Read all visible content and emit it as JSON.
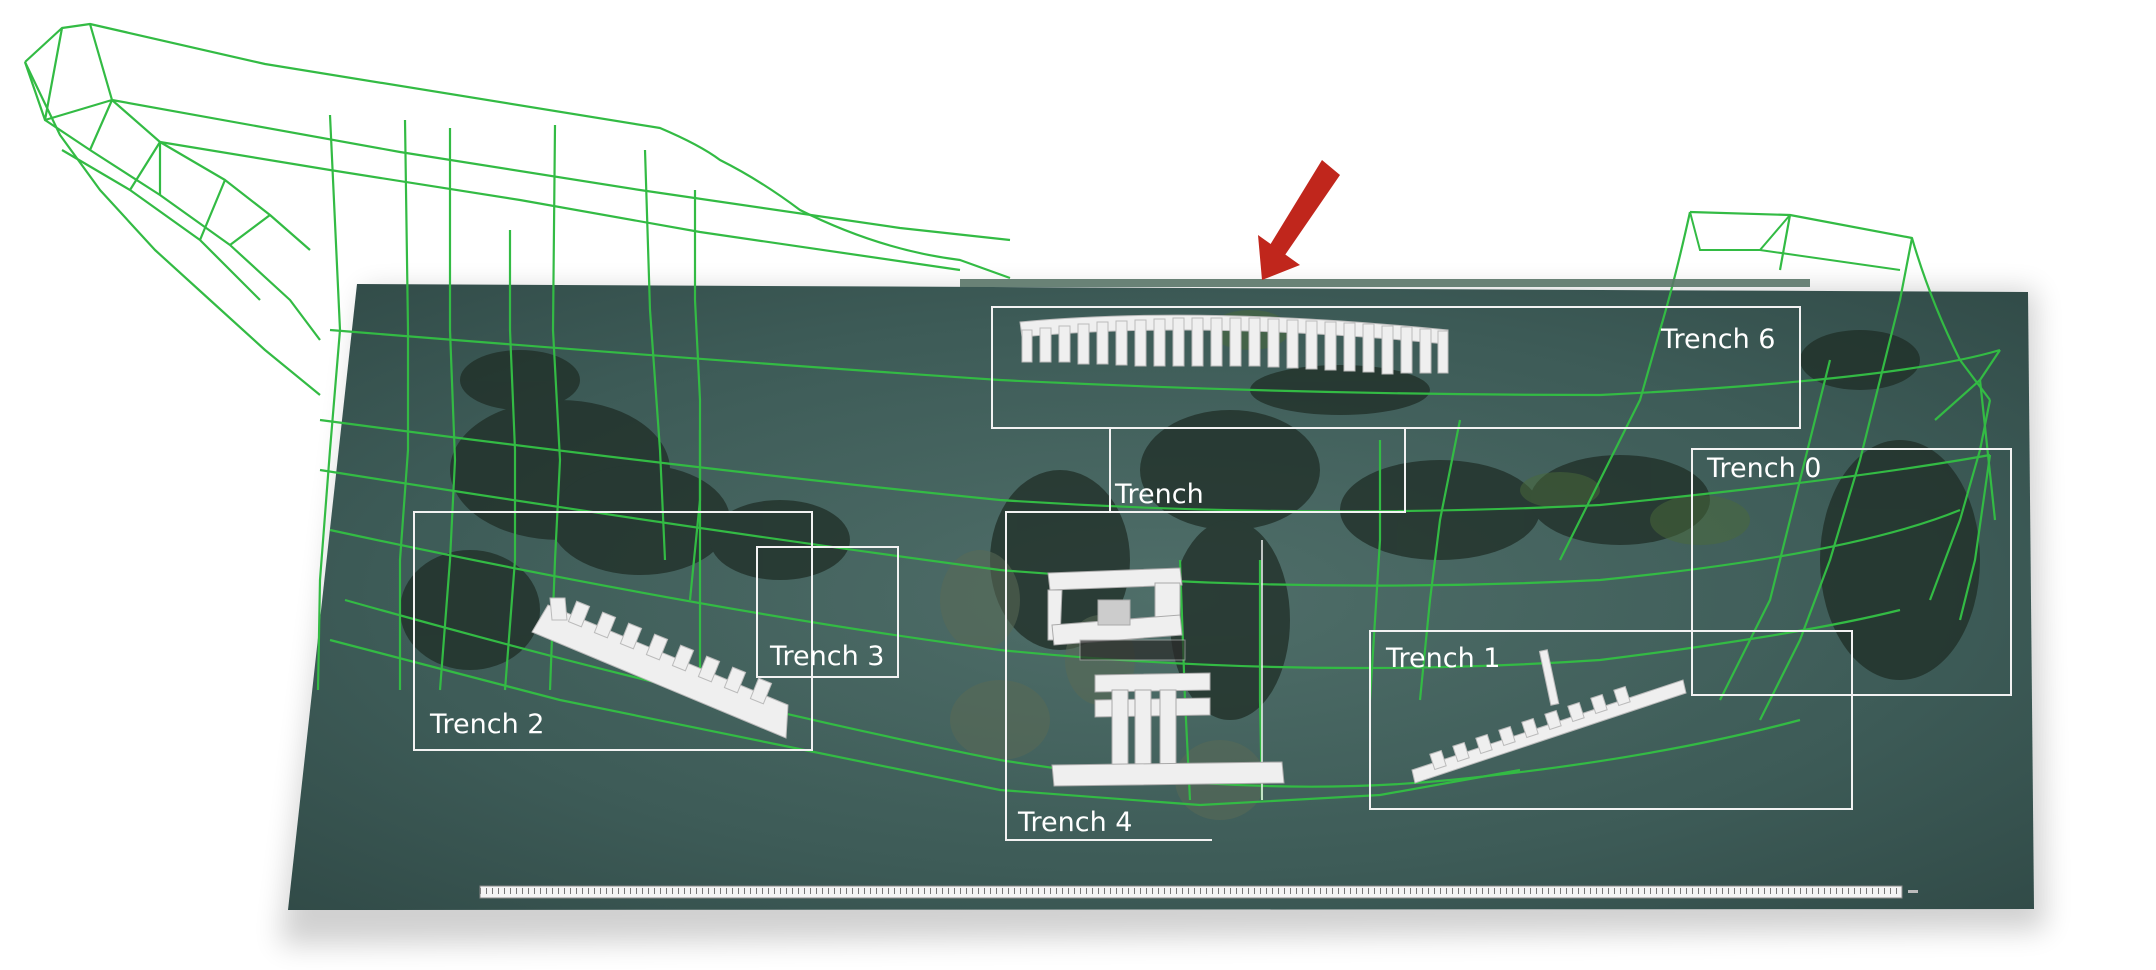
{
  "colors": {
    "background": "#ffffff",
    "seabed": "#3f5f5c",
    "seabed_dark": "#1e2c27",
    "wireframe": "#33bb44",
    "trench_outline": "#f2f2f2",
    "timber": "#eeeeee",
    "arrow": "#c0261c"
  },
  "trenches": [
    {
      "id": "trench-6",
      "label": "Trench 6"
    },
    {
      "id": "trench-5",
      "label": "Trench"
    },
    {
      "id": "trench-0",
      "label": "Trench 0"
    },
    {
      "id": "trench-1",
      "label": "Trench 1"
    },
    {
      "id": "trench-2",
      "label": "Trench 2"
    },
    {
      "id": "trench-3",
      "label": "Trench 3"
    },
    {
      "id": "trench-4",
      "label": "Trench 4"
    }
  ],
  "icons": {
    "arrow": "down-left-arrow-icon",
    "scale": "scale-bar-icon"
  }
}
